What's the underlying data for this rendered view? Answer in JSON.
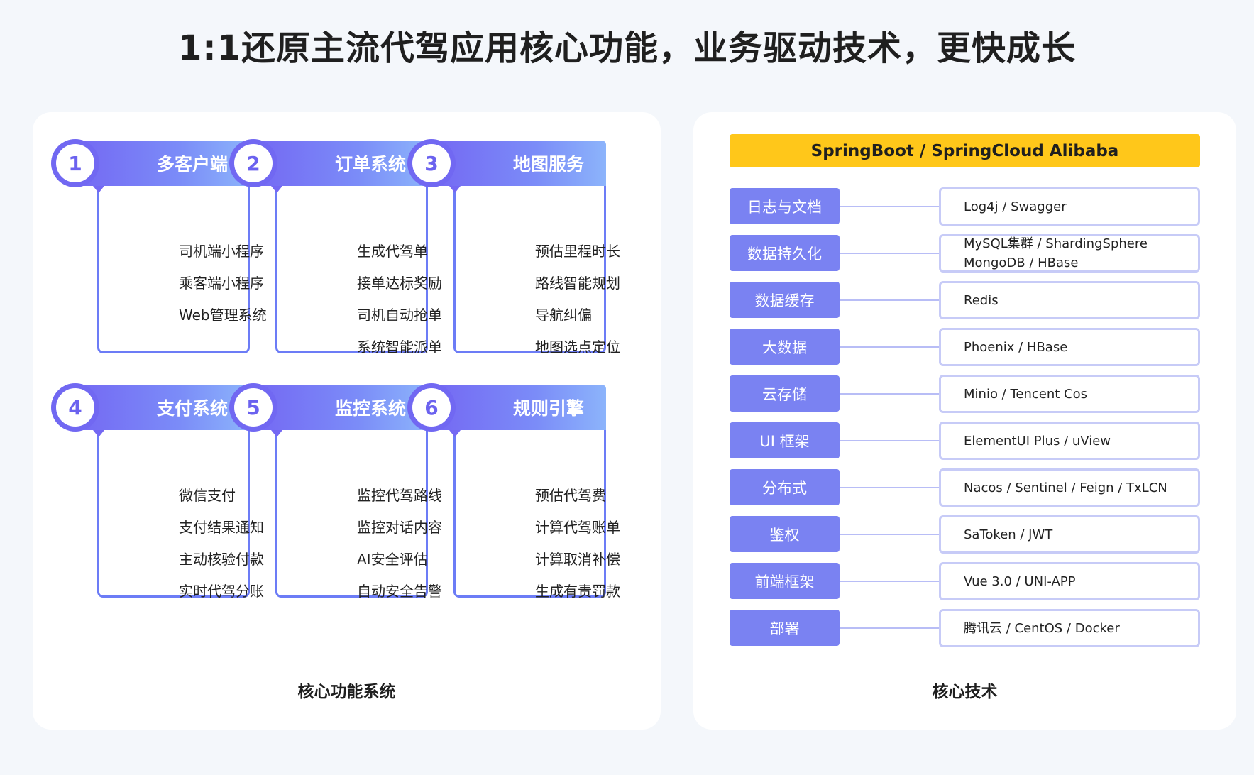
{
  "page": {
    "title": "1:1还原主流代驾应用核心功能，业务驱动技术，更快成长"
  },
  "colors": {
    "accent": "#7168f2",
    "banner": "#ffc71a",
    "category": "#7a82f2",
    "value_border": "#c7cbf7",
    "background": "#f4f7fb"
  },
  "features": {
    "caption": "核心功能系统",
    "cards": [
      {
        "number": "1",
        "title": "多客户端",
        "items": [
          "司机端小程序",
          "乘客端小程序",
          "Web管理系统"
        ]
      },
      {
        "number": "2",
        "title": "订单系统",
        "items": [
          "生成代驾单",
          "接单达标奖励",
          "司机自动抢单",
          "系统智能派单"
        ]
      },
      {
        "number": "3",
        "title": "地图服务",
        "items": [
          "预估里程时长",
          "路线智能规划",
          "导航纠偏",
          "地图选点定位"
        ]
      },
      {
        "number": "4",
        "title": "支付系统",
        "items": [
          "微信支付",
          "支付结果通知",
          "主动核验付款",
          "实时代驾分账"
        ]
      },
      {
        "number": "5",
        "title": "监控系统",
        "items": [
          "监控代驾路线",
          "监控对话内容",
          "AI安全评估",
          "自动安全告警"
        ]
      },
      {
        "number": "6",
        "title": "规则引擎",
        "items": [
          "预估代驾费",
          "计算代驾账单",
          "计算取消补偿",
          "生成有责罚款"
        ]
      }
    ]
  },
  "tech": {
    "caption": "核心技术",
    "banner": "SpringBoot / SpringCloud Alibaba",
    "rows": [
      {
        "category": "日志与文档",
        "value": "Log4j / Swagger"
      },
      {
        "category": "数据持久化",
        "value": "MySQL集群 / ShardingSphere\nMongoDB / HBase"
      },
      {
        "category": "数据缓存",
        "value": "Redis"
      },
      {
        "category": "大数据",
        "value": "Phoenix / HBase"
      },
      {
        "category": "云存储",
        "value": "Minio / Tencent Cos"
      },
      {
        "category": "UI 框架",
        "value": "ElementUI Plus / uView"
      },
      {
        "category": "分布式",
        "value": "Nacos / Sentinel / Feign / TxLCN"
      },
      {
        "category": "鉴权",
        "value": "SaToken / JWT"
      },
      {
        "category": "前端框架",
        "value": "Vue 3.0 / UNI-APP"
      },
      {
        "category": "部署",
        "value": "腾讯云 / CentOS / Docker"
      }
    ]
  }
}
